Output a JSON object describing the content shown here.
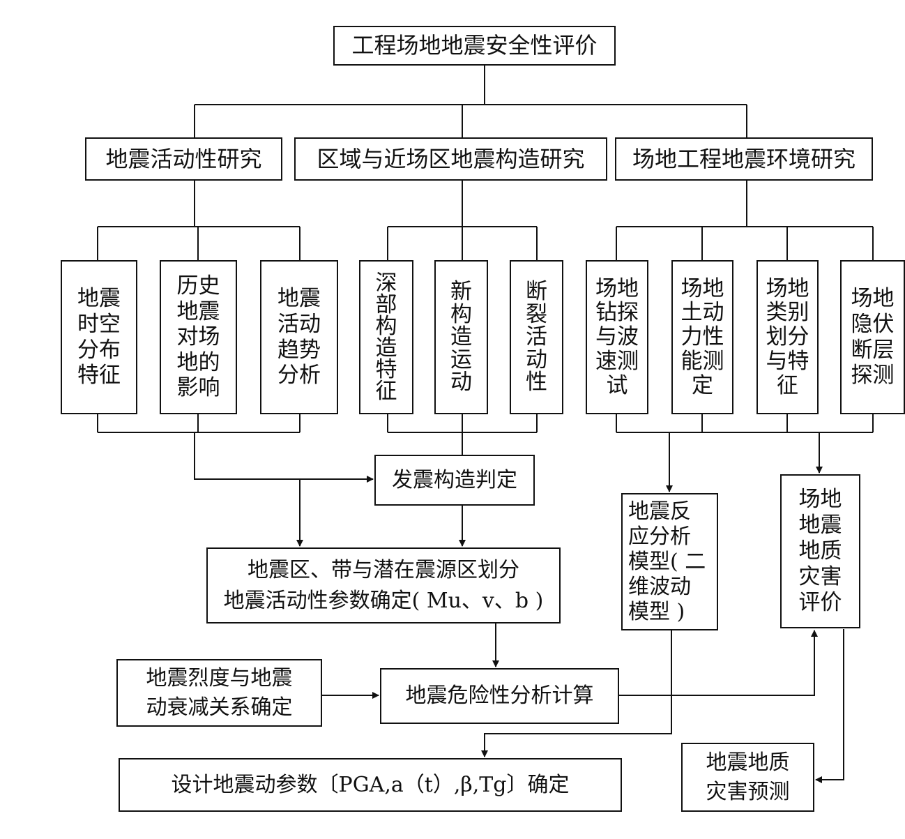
{
  "root": "工程场地地震安全性评价",
  "level2": [
    "地震活动性研究",
    "区域与近场区地震构造研究",
    "场地工程地震环境研究"
  ],
  "level3": [
    "地震\n时空\n分布\n特征",
    "历史\n地震\n对场\n地的\n影响",
    "地震\n活动\n趋势\n分析",
    "深\n部\n构\n造\n特\n征",
    "新\n构\n造\n运\n动",
    "断\n裂\n活\n动\n性",
    "场地\n钻探\n与波\n速测\n试",
    "场地\n土动\n力性\n能测\n定",
    "场地\n类别\n划分\n与特\n征",
    "场地\n隐伏\n断层\n探测"
  ],
  "seismogenic": "发震构造判定",
  "zoning": "地震区、带与潜在震源区划分\n地震活动性参数确定( Mu、v、b )",
  "intensity": "地震烈度与地震\n动衰减关系确定",
  "hazard": "地震危险性分析计算",
  "response_model": "地震反\n应分析\n模型( 二\n维波动\n模型 )",
  "geo_hazard_eval": "场地\n地震\n地质\n灾害\n评价",
  "geo_hazard_pred": "地震地质\n灾害预测",
  "design_params": "设计地震动参数〔PGA,a（t）,β,Tg〕确定"
}
